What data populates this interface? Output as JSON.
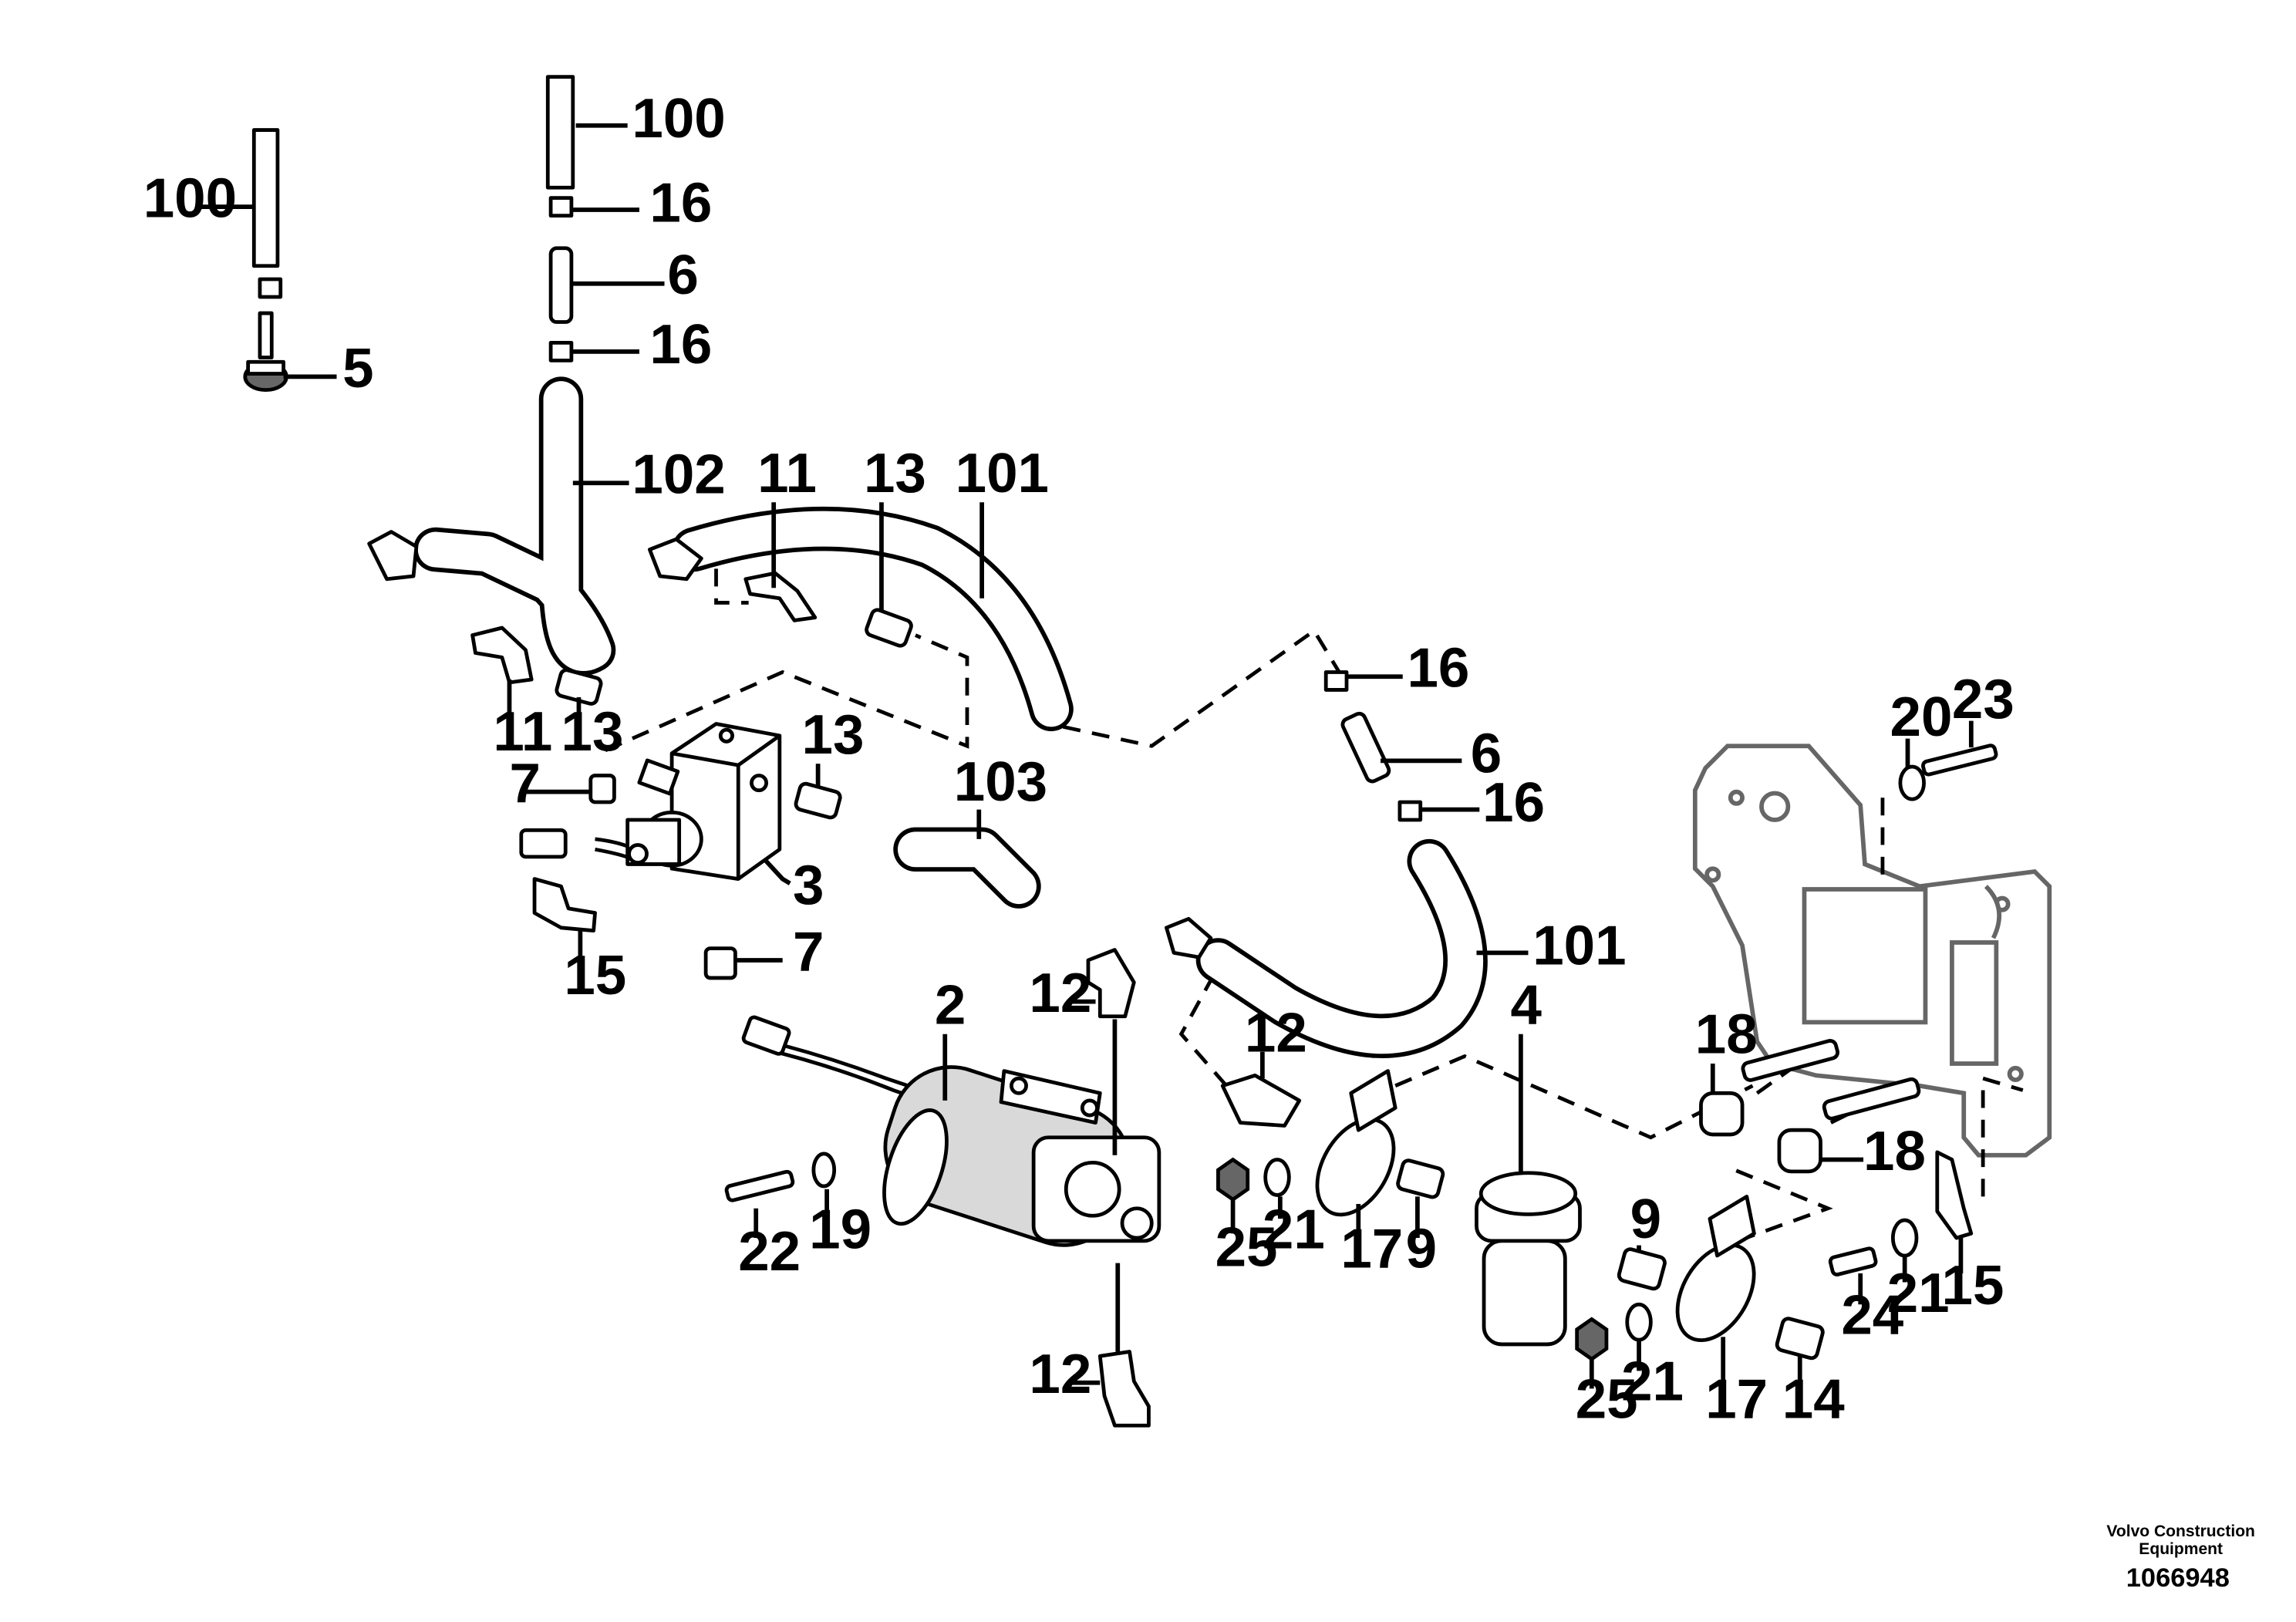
{
  "callouts": {
    "c100_a": "100",
    "c100_b": "100",
    "c16_a": "16",
    "c6_a": "6",
    "c16_b": "16",
    "c5": "5",
    "c102": "102",
    "c11_top": "11",
    "c13_top": "13",
    "c101_top": "101",
    "c11_left": "11",
    "c13_left": "13",
    "c7_a": "7",
    "c13_mid": "13",
    "c103": "103",
    "c3": "3",
    "c15_left": "15",
    "c7_b": "7",
    "c16_c": "16",
    "c6_b": "6",
    "c16_d": "16",
    "c101_right": "101",
    "c20": "20",
    "c23": "23",
    "c12_a": "12",
    "c2": "2",
    "c12_b": "12",
    "c4": "4",
    "c18_a": "18",
    "c18_b": "18",
    "c22": "22",
    "c19": "19",
    "c25_a": "25",
    "c21_a": "21",
    "c17_a": "17",
    "c9_a": "9",
    "c9_b": "9",
    "c12_c": "12",
    "c25_b": "25",
    "c21_b": "21",
    "c17_b": "17",
    "c14": "14",
    "c24": "24",
    "c21_c": "21",
    "c15_right": "15"
  },
  "footer": {
    "publisher_line1": "Volvo Construction",
    "publisher_line2": "Equipment",
    "figure_number": "1066948"
  }
}
